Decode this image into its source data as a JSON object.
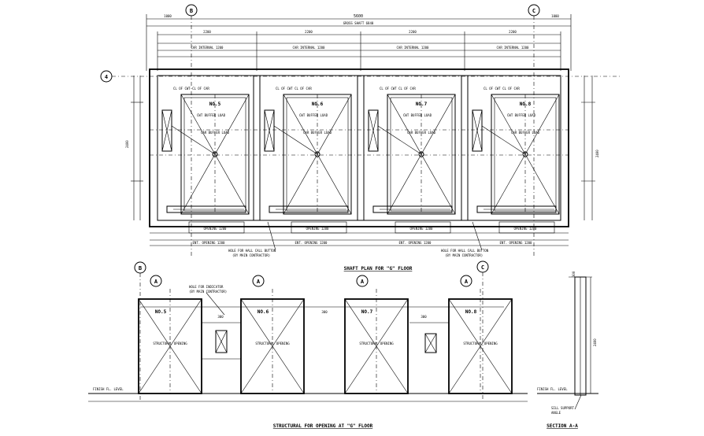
{
  "titles": {
    "shaft_plan": "SHAFT PLAN FOR \"G\" FLOOR",
    "structural": "STRUCTURAL FOR OPENING AT \"G\" FLOOR",
    "section": "SECTION A-A"
  },
  "grid_labels": {
    "b": "B",
    "c": "C",
    "row4": "4",
    "a": "A"
  },
  "cars": [
    "NO.5",
    "NO.6",
    "NO.7",
    "NO.8"
  ],
  "dims": {
    "overall": "5600",
    "shaft": "GROSS SHAFT 6840",
    "bay": "2200",
    "left": "1000",
    "right": "1000",
    "car_internal": "CAR INTERNAL 1200",
    "opening": "OPENING 1200",
    "ent": "ENT. OPENING 1200",
    "depth": "2400",
    "wall": "300"
  },
  "labels": {
    "cl_car": "CL OF CAR",
    "cl_cwt": "CL OF CWT",
    "buffer": "CWT BUFFER LOAD",
    "car_buffer": "CAR BUFFER LOAD",
    "hall_button": "HOLE FOR HALL CALL BUTTON",
    "by_main": "(BY MAIN CONTRACTOR)",
    "finish_fl": "FINISH FL. LEVEL",
    "struct_opening": "STRUCTURAL OPENING",
    "hole_note": "HOLE FOR INDICATOR",
    "sill": "SILL SUPPORT",
    "angle": "ANGLE"
  }
}
